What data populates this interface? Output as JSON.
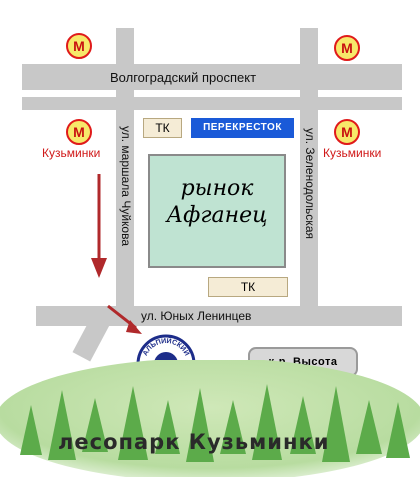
{
  "metro": {
    "symbol": "М",
    "station_label": "Кузьминки"
  },
  "streets": {
    "volgogradsky": "Волгоградский проспект",
    "chuikova": "ул. маршала Чуйкова",
    "zelenodolskaya": "ул. Зеленодольская",
    "yunykh_lenintsev": "ул. Юных Ленинцев"
  },
  "places": {
    "tk_top": "ТК",
    "perekrestok": "ПЕРЕКРЕСТОК",
    "market_line1": "рынок",
    "market_line2": "Афганец",
    "tk_bottom": "ТК",
    "kr_vysota": "к-р. Высота",
    "alpine_ice_logo": "АЛЬПИЙСКИЙ ЛЁД",
    "forest_park": "лесопарк Кузьминки"
  },
  "colors": {
    "road": "#c8c8c8",
    "metro_ring": "#e01a1a",
    "metro_fill": "#f7e86a",
    "market_fill": "#bfe3d2",
    "perekrestok_fill": "#1a5ad8",
    "arrow": "#b0292b",
    "forest": "#5cab4a"
  }
}
